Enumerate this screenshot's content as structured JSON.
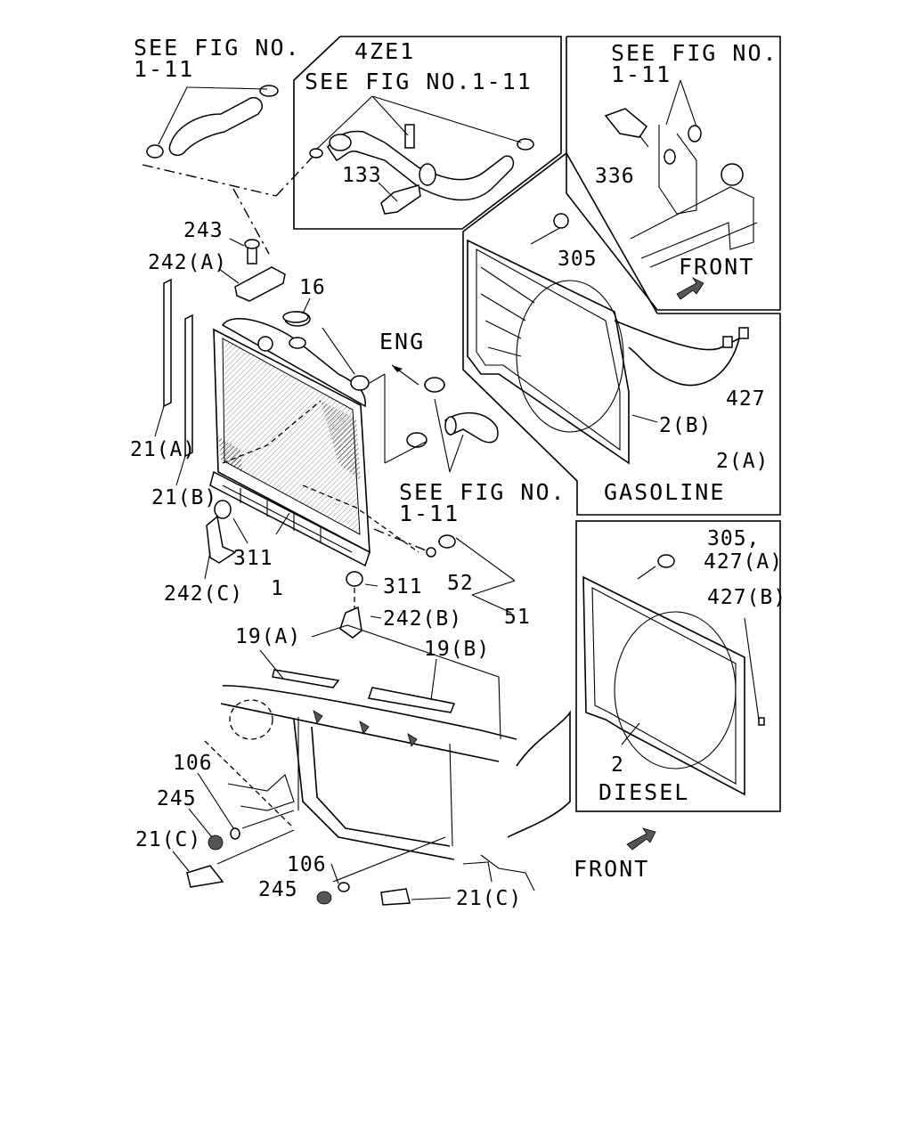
{
  "labels": {
    "see_fig_top": "SEE FIG NO.",
    "see_fig_top_num": "1-11",
    "engine_code": "4ZE1",
    "see_fig_4ze1": "SEE FIG NO.1-11",
    "see_fig_right": "SEE FIG NO.",
    "see_fig_right_num": "1-11",
    "see_fig_mid": "SEE FIG NO.",
    "see_fig_mid_num": "1-11",
    "eng": "ENG",
    "front_top": "FRONT",
    "front_bottom": "FRONT",
    "gasoline": "GASOLINE",
    "diesel": "DIESEL"
  },
  "parts": {
    "p133": "133",
    "p336": "336",
    "p305": "305",
    "p243": "243",
    "p242a": "242(A)",
    "p16": "16",
    "p427": "427",
    "p2b": "2(B)",
    "p2a": "2(A)",
    "p21a": "21(A)",
    "p21b": "21(B)",
    "p311a": "311",
    "p242c": "242(C)",
    "p1": "1",
    "p311b": "311",
    "p52": "52",
    "p51": "51",
    "p242b": "242(B)",
    "p19a": "19(A)",
    "p19b": "19(B)",
    "p305_427a_1": "305,",
    "p305_427a_2": "427(A)",
    "p427b": "427(B)",
    "p2": "2",
    "p106a": "106",
    "p245a": "245",
    "p21c_left": "21(C)",
    "p106b": "106",
    "p245b": "245",
    "p21c_right": "21(C)"
  }
}
